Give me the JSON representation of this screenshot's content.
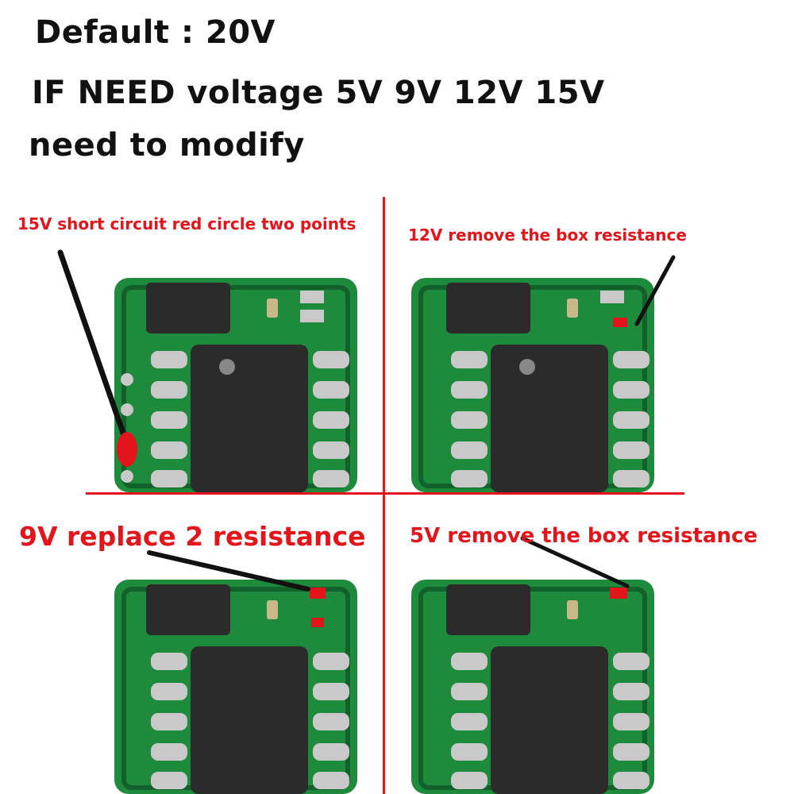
{
  "header": {
    "line1": "Default : 20V",
    "line2": "IF NEED voltage 5V 9V 12V 15V",
    "line3": "need to modify"
  },
  "panels": {
    "top_left": {
      "caption": "15V short circuit red circle two points"
    },
    "top_right": {
      "caption": "12V remove the box resistance"
    },
    "bottom_left": {
      "caption": "9V replace 2 resistance"
    },
    "bottom_right": {
      "caption": "5V remove the box resistance"
    }
  },
  "colors": {
    "pcb_green": "#1e8a3c",
    "pcb_dark": "#12612a",
    "chip": "#2b2b2b",
    "pad": "#c9c9c9",
    "marker_red": "#e4141b",
    "pointer_black": "#111111"
  }
}
